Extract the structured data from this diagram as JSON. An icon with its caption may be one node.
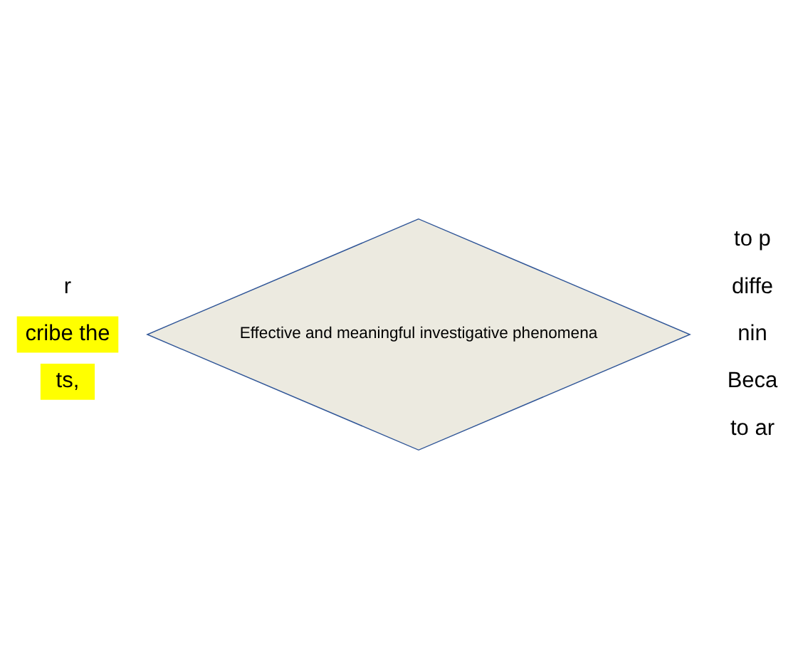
{
  "diagram": {
    "nodes": [
      {
        "text": [
          "Effective and meaningful investigative phenomena"
        ]
      }
    ],
    "edges": [],
    "labels": [
      "to p",
      "diffe",
      "nin",
      "r",
      "cribe the",
      "ts,",
      "Beca",
      "to ar"
    ]
  }
}
